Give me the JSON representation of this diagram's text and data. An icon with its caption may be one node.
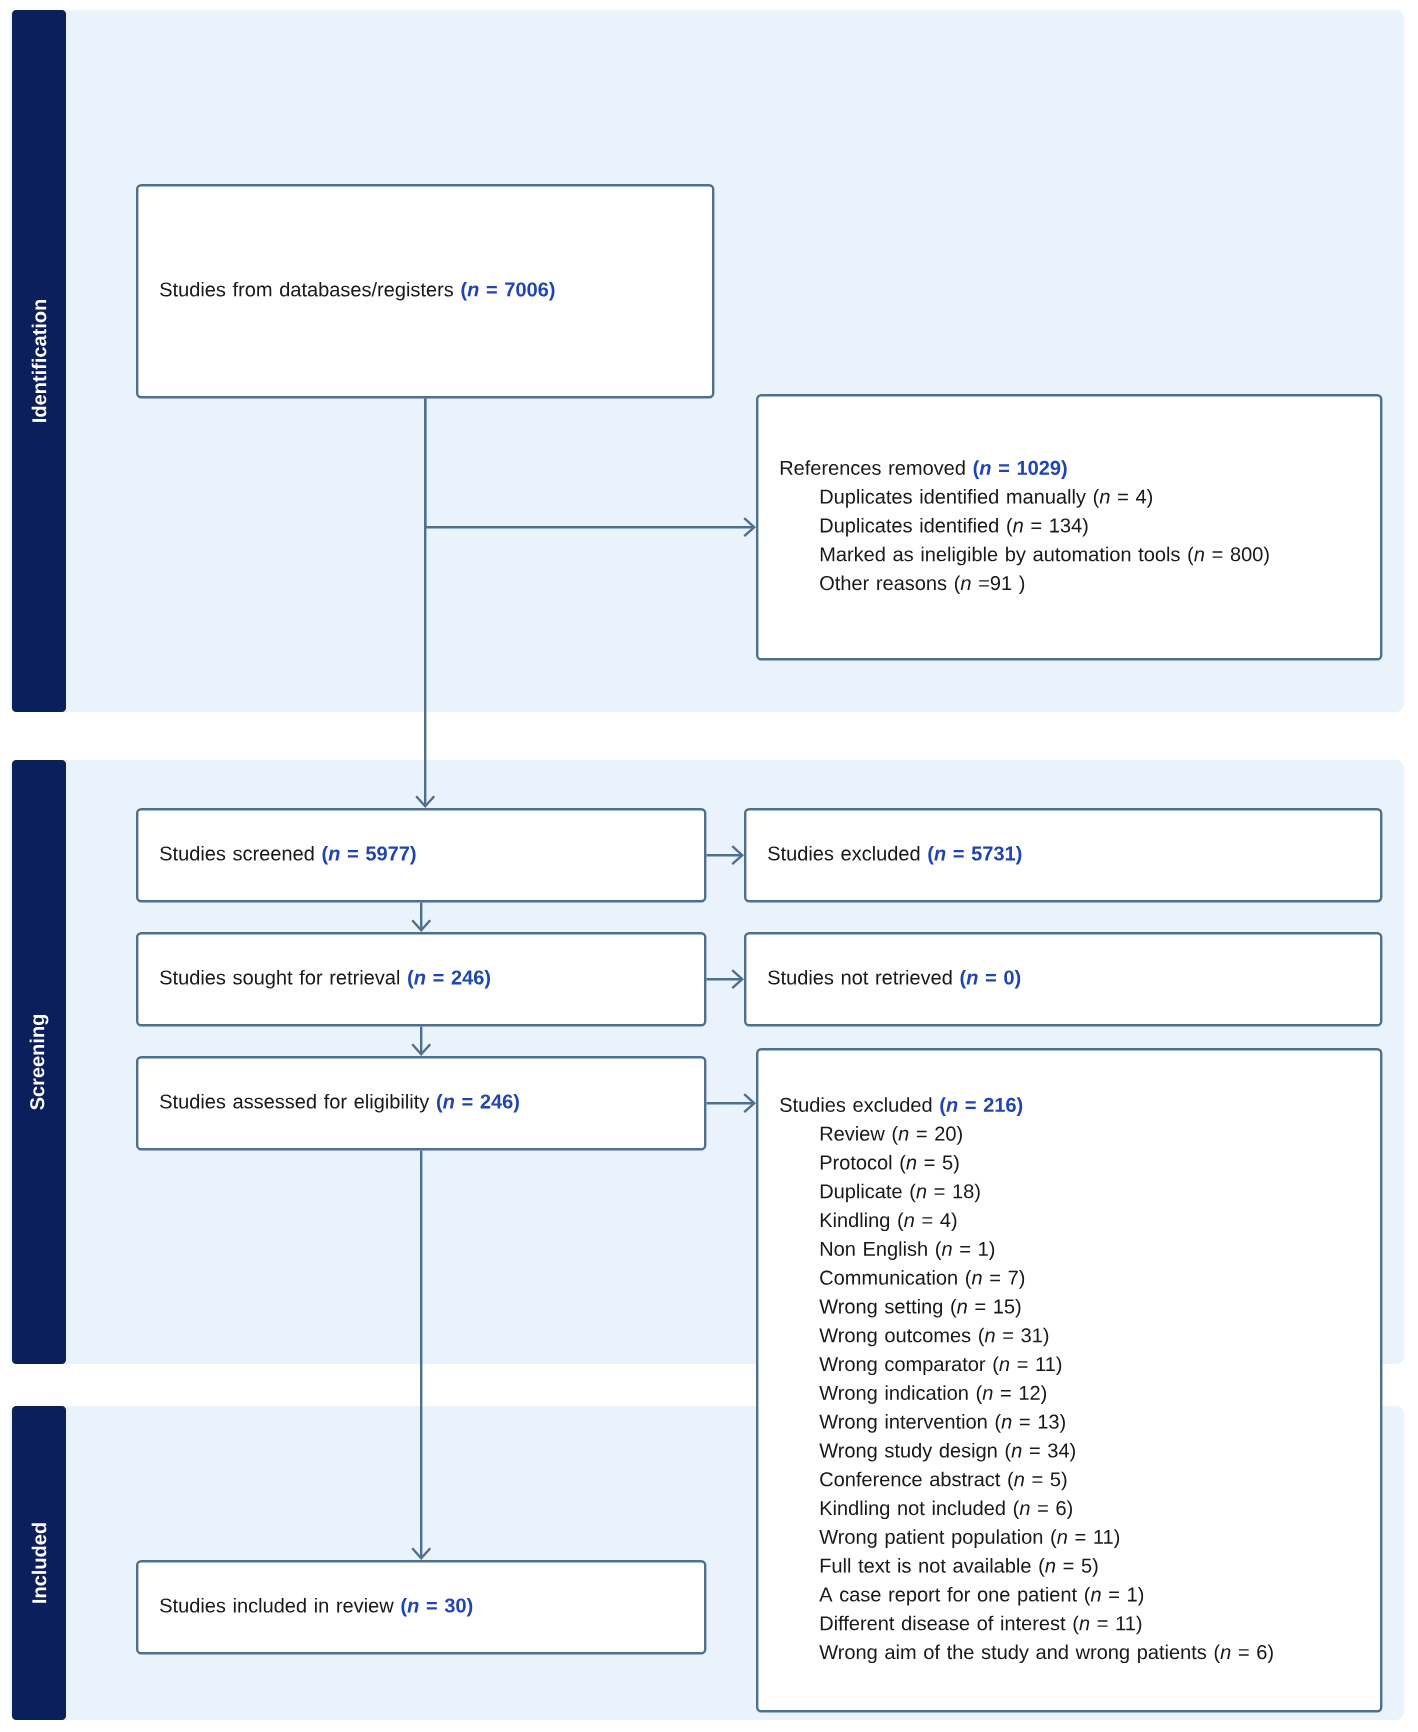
{
  "diagram": {
    "nodes": [
      {
        "text": [
          "Identification"
        ]
      },
      {
        "text": [
          "Screening"
        ]
      },
      {
        "text": [
          "Included"
        ]
      },
      {
        "text": [
          "Studies from databases/registers **(*n* = 7006)**"
        ]
      },
      {
        "text": [
          "References removed **(*n* = 1029)**",
          "Duplicates identified manually (*n* = 4)",
          "Duplicates identified (*n* = 134)",
          "Marked as ineligible by automation tools (*n* = 800)",
          "Other reasons (*n* =91 )"
        ]
      },
      {
        "text": [
          "Studies screened **(*n* = 5977)**"
        ]
      },
      {
        "text": [
          "Studies excluded **(*n* = 5731)**"
        ]
      },
      {
        "text": [
          "Studies sought for retrieval **(*n* = 246)**"
        ]
      },
      {
        "text": [
          "Studies not retrieved **(*n* = 0)**"
        ]
      },
      {
        "text": [
          "Studies assessed for eligibility **(*n* = 246)**"
        ]
      },
      {
        "text": [
          "Studies excluded **(*n* = 216)**",
          "Review (*n* = 20)",
          "Protocol (*n* = 5)",
          "Duplicate (*n* = 18)",
          "Kindling (*n* = 4)",
          "Non English (*n* = 1)",
          "Communication (*n* = 7)",
          "Wrong setting (*n* = 15)",
          "Wrong outcomes (*n* = 31)",
          "Wrong comparator (*n* = 11)",
          "Wrong indication (*n* = 12)",
          "Wrong intervention (*n* = 13)",
          "Wrong study design (*n* = 34)",
          "Conference abstract (*n* = 5)",
          "Kindling not included (*n* = 6)",
          "Wrong patient population (*n* = 11)",
          "Full text is not available (*n* = 5)",
          "A case report for one patient (*n* = 1)",
          "Different disease of interest (*n* = 11)",
          "Wrong aim of the study and wrong patients (*n* = 6)"
        ]
      },
      {
        "text": [
          "Studies included in review **(*n* = 30)**"
        ]
      }
    ],
    "edges": [
      {
        "from": 3,
        "to": 5,
        "arrow": "to"
      },
      {
        "from": 3,
        "to": 4,
        "arrow": "to"
      },
      {
        "from": 5,
        "to": 6,
        "arrow": "to"
      },
      {
        "from": 5,
        "to": 7,
        "arrow": "to"
      },
      {
        "from": 7,
        "to": 8,
        "arrow": "to"
      },
      {
        "from": 7,
        "to": 9,
        "arrow": "to"
      },
      {
        "from": 9,
        "to": 10,
        "arrow": "to"
      },
      {
        "from": 9,
        "to": 11,
        "arrow": "to"
      }
    ]
  }
}
